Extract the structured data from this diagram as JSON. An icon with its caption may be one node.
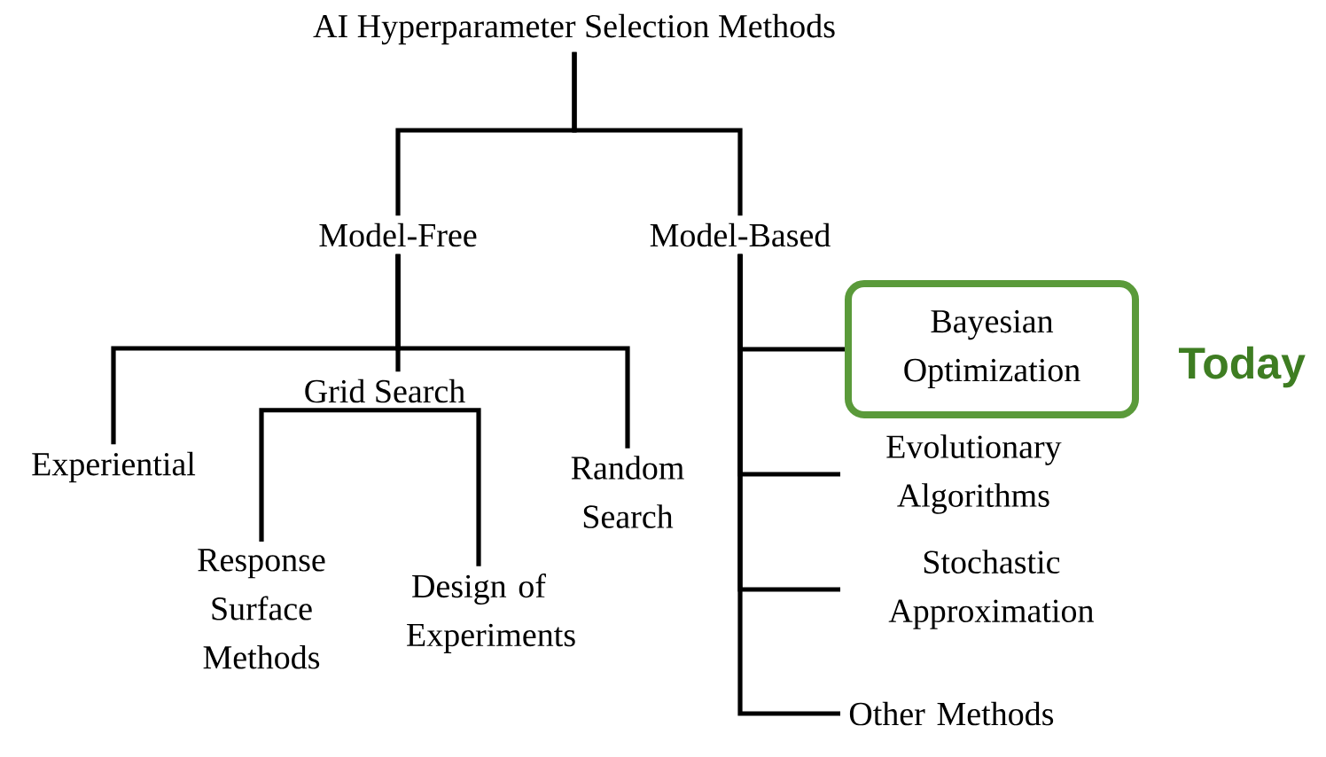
{
  "diagram": {
    "nodes": [
      {
        "text": [
          "AI Hyperparameter Selection Methods"
        ]
      },
      {
        "text": [
          "Model-Free"
        ]
      },
      {
        "text": [
          "Model-Based"
        ]
      },
      {
        "text": [
          "Grid Search"
        ]
      },
      {
        "text": [
          "Experiential"
        ]
      },
      {
        "text": [
          "Random Search"
        ]
      },
      {
        "text": [
          "Response Surface Methods"
        ]
      },
      {
        "text": [
          "Design of Experiments"
        ]
      },
      {
        "text": [
          "Bayesian Optimization"
        ],
        "beside": [
          "Today"
        ]
      },
      {
        "text": [
          "Evolutionary Algorithms"
        ]
      },
      {
        "text": [
          "Stochastic Approximation"
        ]
      },
      {
        "text": [
          "Other Methods"
        ]
      }
    ],
    "edges": [
      {
        "from": 0,
        "to": 1,
        "arrow": "none"
      },
      {
        "from": 0,
        "to": 2,
        "arrow": "none"
      },
      {
        "from": 1,
        "to": 4,
        "arrow": "none"
      },
      {
        "from": 1,
        "to": 3,
        "arrow": "none"
      },
      {
        "from": 1,
        "to": 5,
        "arrow": "none"
      },
      {
        "from": 3,
        "to": 6,
        "arrow": "none"
      },
      {
        "from": 3,
        "to": 7,
        "arrow": "none"
      },
      {
        "from": 2,
        "to": 8,
        "arrow": "none"
      },
      {
        "from": 2,
        "to": 9,
        "arrow": "none"
      },
      {
        "from": 2,
        "to": 10,
        "arrow": "none"
      },
      {
        "from": 2,
        "to": 11,
        "arrow": "none"
      }
    ]
  }
}
